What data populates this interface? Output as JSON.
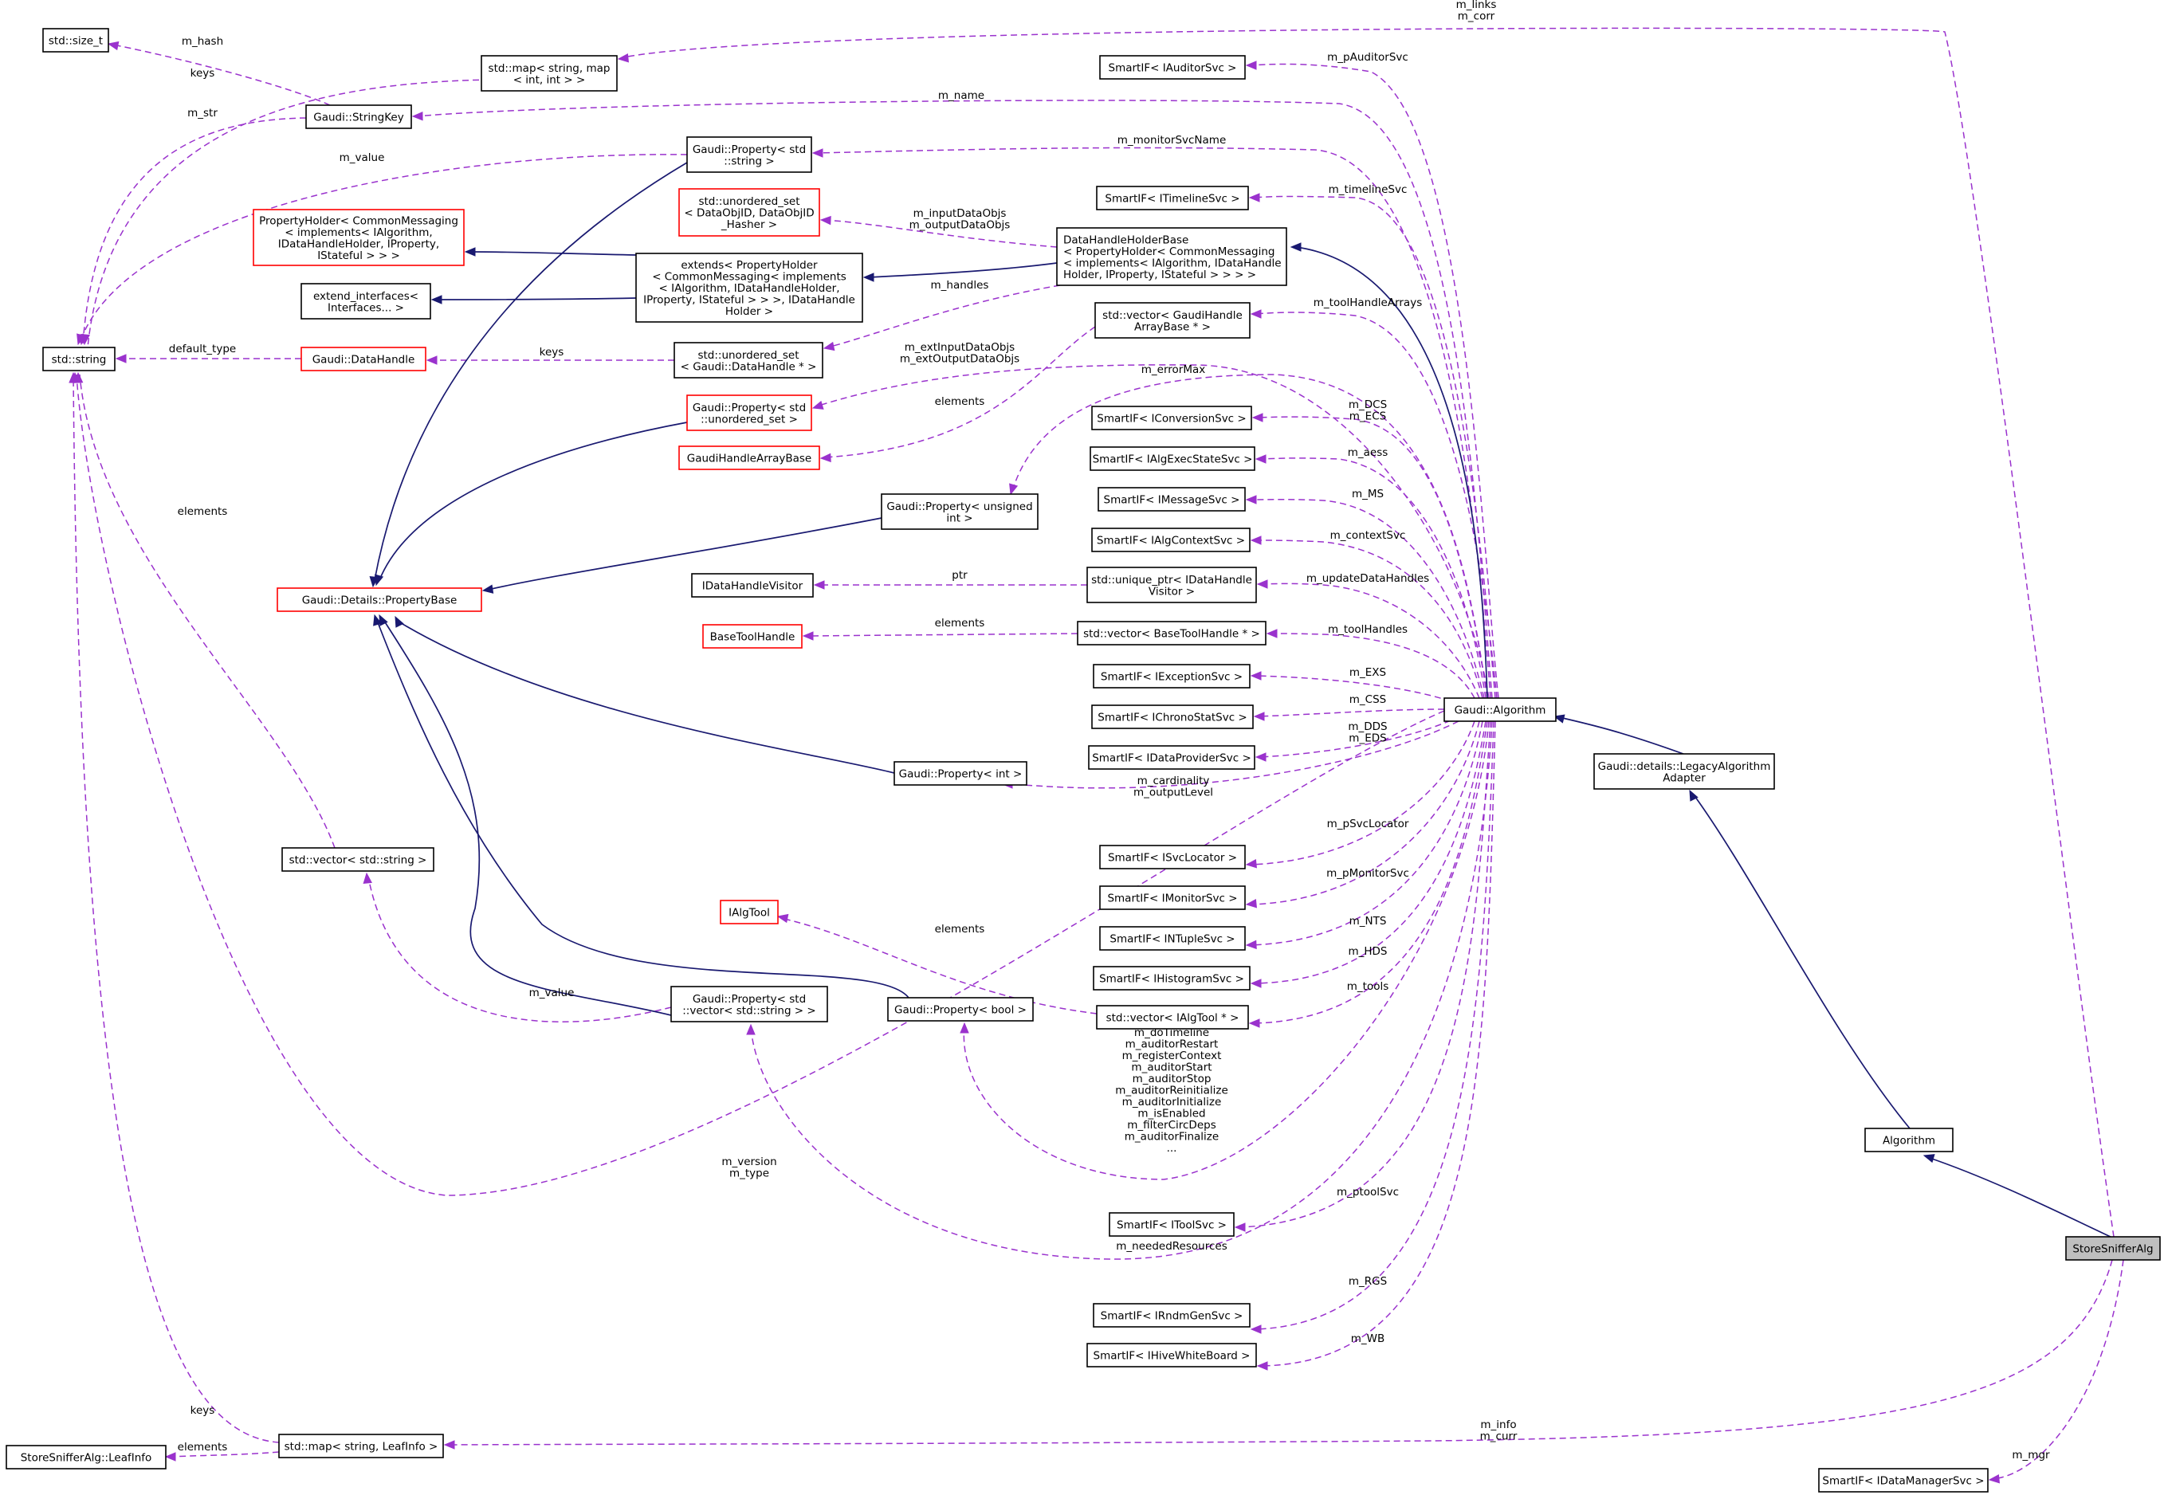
{
  "diagram": {
    "kind": "collaboration-graph",
    "focus_node": "StoreSnifferAlg",
    "colors": {
      "inheritance_edge": "#191970",
      "usage_edge": "#9a32cd",
      "default_border": "#000000",
      "undocumented_border": "#ff0000",
      "focus_fill": "#bfbfbf"
    },
    "nodes": [
      {
        "id": "size_t",
        "lines": [
          "std::size_t"
        ],
        "border": "black"
      },
      {
        "id": "map_string_map",
        "lines": [
          "std::map< string, map",
          "< int, int > >"
        ],
        "border": "black"
      },
      {
        "id": "StringKey",
        "lines": [
          "Gaudi::StringKey"
        ],
        "border": "black"
      },
      {
        "id": "string",
        "lines": [
          "std::string"
        ],
        "border": "black"
      },
      {
        "id": "PropStdString",
        "lines": [
          "Gaudi::Property< std",
          "::string >"
        ],
        "border": "black"
      },
      {
        "id": "PropertyHolder",
        "lines": [
          "PropertyHolder< CommonMessaging",
          "< implements< IAlgorithm,",
          "IDataHandleHolder, IProperty,",
          "IStateful > > >"
        ],
        "border": "red"
      },
      {
        "id": "extend_interfaces",
        "lines": [
          "extend_interfaces<",
          "Interfaces... >"
        ],
        "border": "black"
      },
      {
        "id": "extends",
        "lines": [
          "extends< PropertyHolder",
          "< CommonMessaging< implements",
          "< IAlgorithm, IDataHandleHolder,",
          "IProperty, IStateful > > >, IDataHandle",
          "Holder >"
        ],
        "border": "black"
      },
      {
        "id": "unordered_set_objid",
        "lines": [
          "std::unordered_set",
          "< DataObjID, DataObjID",
          "_Hasher >"
        ],
        "border": "red"
      },
      {
        "id": "DataHandleHolderBase",
        "lines": [
          "DataHandleHolderBase",
          "< PropertyHolder< CommonMessaging",
          "< implements< IAlgorithm, IDataHandle",
          "Holder, IProperty, IStateful > > > >"
        ],
        "border": "black"
      },
      {
        "id": "DataHandle",
        "lines": [
          "Gaudi::DataHandle"
        ],
        "border": "red"
      },
      {
        "id": "unordered_set_dh",
        "lines": [
          "std::unordered_set",
          "< Gaudi::DataHandle * >"
        ],
        "border": "black"
      },
      {
        "id": "PropUnorderedSet",
        "lines": [
          "Gaudi::Property< std",
          "::unordered_set >"
        ],
        "border": "red"
      },
      {
        "id": "GaudiHandleArrayBase",
        "lines": [
          "GaudiHandleArrayBase"
        ],
        "border": "red"
      },
      {
        "id": "PropUnsigned",
        "lines": [
          "Gaudi::Property< unsigned",
          "int >"
        ],
        "border": "black"
      },
      {
        "id": "PropertyBase",
        "lines": [
          "Gaudi::Details::PropertyBase"
        ],
        "border": "red"
      },
      {
        "id": "IDataHandleVisitor",
        "lines": [
          "IDataHandleVisitor"
        ],
        "border": "black"
      },
      {
        "id": "BaseToolHandle",
        "lines": [
          "BaseToolHandle"
        ],
        "border": "red"
      },
      {
        "id": "PropInt",
        "lines": [
          "Gaudi::Property< int >"
        ],
        "border": "black"
      },
      {
        "id": "vector_string",
        "lines": [
          "std::vector< std::string >"
        ],
        "border": "black"
      },
      {
        "id": "IAlgTool",
        "lines": [
          "IAlgTool"
        ],
        "border": "red"
      },
      {
        "id": "PropVecString",
        "lines": [
          "Gaudi::Property< std",
          "::vector< std::string > >"
        ],
        "border": "black"
      },
      {
        "id": "PropBool",
        "lines": [
          "Gaudi::Property< bool >"
        ],
        "border": "black"
      },
      {
        "id": "map_string_leafinfo",
        "lines": [
          "std::map< string, LeafInfo >"
        ],
        "border": "black"
      },
      {
        "id": "LeafInfo",
        "lines": [
          "StoreSnifferAlg::LeafInfo"
        ],
        "border": "black"
      },
      {
        "id": "SmartIF_IAuditorSvc",
        "lines": [
          "SmartIF< IAuditorSvc >"
        ],
        "border": "black"
      },
      {
        "id": "SmartIF_ITimelineSvc",
        "lines": [
          "SmartIF< ITimelineSvc >"
        ],
        "border": "black"
      },
      {
        "id": "vector_GaudiHandleArrayBase",
        "lines": [
          "std::vector< GaudiHandle",
          "ArrayBase * >"
        ],
        "border": "black"
      },
      {
        "id": "SmartIF_IConversionSvc",
        "lines": [
          "SmartIF< IConversionSvc >"
        ],
        "border": "black"
      },
      {
        "id": "SmartIF_IAlgExecStateSvc",
        "lines": [
          "SmartIF< IAlgExecStateSvc >"
        ],
        "border": "black"
      },
      {
        "id": "SmartIF_IMessageSvc",
        "lines": [
          "SmartIF< IMessageSvc >"
        ],
        "border": "black"
      },
      {
        "id": "SmartIF_IAlgContextSvc",
        "lines": [
          "SmartIF< IAlgContextSvc >"
        ],
        "border": "black"
      },
      {
        "id": "unique_ptr_visitor",
        "lines": [
          "std::unique_ptr< IDataHandle",
          "Visitor >"
        ],
        "border": "black"
      },
      {
        "id": "vector_BaseToolHandle",
        "lines": [
          "std::vector< BaseToolHandle * >"
        ],
        "border": "black"
      },
      {
        "id": "SmartIF_IExceptionSvc",
        "lines": [
          "SmartIF< IExceptionSvc >"
        ],
        "border": "black"
      },
      {
        "id": "SmartIF_IChronoStatSvc",
        "lines": [
          "SmartIF< IChronoStatSvc >"
        ],
        "border": "black"
      },
      {
        "id": "SmartIF_IDataProviderSvc",
        "lines": [
          "SmartIF< IDataProviderSvc >"
        ],
        "border": "black"
      },
      {
        "id": "SmartIF_ISvcLocator",
        "lines": [
          "SmartIF< ISvcLocator >"
        ],
        "border": "black"
      },
      {
        "id": "SmartIF_IMonitorSvc",
        "lines": [
          "SmartIF< IMonitorSvc >"
        ],
        "border": "black"
      },
      {
        "id": "SmartIF_INTupleSvc",
        "lines": [
          "SmartIF< INTupleSvc >"
        ],
        "border": "black"
      },
      {
        "id": "SmartIF_IHistogramSvc",
        "lines": [
          "SmartIF< IHistogramSvc >"
        ],
        "border": "black"
      },
      {
        "id": "vector_IAlgTool",
        "lines": [
          "std::vector< IAlgTool * >"
        ],
        "border": "black"
      },
      {
        "id": "SmartIF_IToolSvc",
        "lines": [
          "SmartIF< IToolSvc >"
        ],
        "border": "black"
      },
      {
        "id": "SmartIF_IRndmGenSvc",
        "lines": [
          "SmartIF< IRndmGenSvc >"
        ],
        "border": "black"
      },
      {
        "id": "SmartIF_IHiveWhiteBoard",
        "lines": [
          "SmartIF< IHiveWhiteBoard >"
        ],
        "border": "black"
      },
      {
        "id": "GaudiAlgorithm",
        "lines": [
          "Gaudi::Algorithm"
        ],
        "border": "black"
      },
      {
        "id": "LegacyAlgorithmAdapter",
        "lines": [
          "Gaudi::details::LegacyAlgorithm",
          "Adapter"
        ],
        "border": "black"
      },
      {
        "id": "Algorithm",
        "lines": [
          "Algorithm"
        ],
        "border": "black"
      },
      {
        "id": "StoreSnifferAlg",
        "lines": [
          "StoreSnifferAlg"
        ],
        "border": "black",
        "focus": true
      },
      {
        "id": "SmartIF_IDataManagerSvc",
        "lines": [
          "SmartIF< IDataManagerSvc >"
        ],
        "border": "black"
      }
    ],
    "edges": [
      {
        "kind": "usage",
        "from": "StoreSnifferAlg",
        "to": "map_string_map",
        "labels": [
          "m_links",
          "m_corr"
        ]
      },
      {
        "kind": "usage",
        "from": "StringKey",
        "to": "size_t",
        "labels": [
          "m_hash"
        ]
      },
      {
        "kind": "usage",
        "from": "map_string_map",
        "to": "string",
        "labels": [
          "keys"
        ]
      },
      {
        "kind": "usage",
        "from": "StringKey",
        "to": "string",
        "labels": [
          "m_str"
        ]
      },
      {
        "kind": "usage",
        "from": "PropStdString",
        "to": "string",
        "labels": [
          "m_value"
        ]
      },
      {
        "kind": "usage",
        "from": "DataHandle",
        "to": "string",
        "labels": [
          "default_type"
        ]
      },
      {
        "kind": "usage",
        "from": "vector_string",
        "to": "string",
        "labels": [
          "elements"
        ]
      },
      {
        "kind": "usage",
        "from": "GaudiAlgorithm",
        "to": "string",
        "labels": [
          "m_version",
          "m_type"
        ]
      },
      {
        "kind": "usage",
        "from": "map_string_leafinfo",
        "to": "string",
        "labels": [
          "keys"
        ]
      },
      {
        "kind": "usage",
        "from": "map_string_leafinfo",
        "to": "LeafInfo",
        "labels": [
          "elements"
        ]
      },
      {
        "kind": "usage",
        "from": "StoreSnifferAlg",
        "to": "map_string_leafinfo",
        "labels": [
          "m_info",
          "m_curr"
        ]
      },
      {
        "kind": "usage",
        "from": "StoreSnifferAlg",
        "to": "SmartIF_IDataManagerSvc",
        "labels": [
          "m_mgr"
        ]
      },
      {
        "kind": "usage",
        "from": "GaudiAlgorithm",
        "to": "SmartIF_IAuditorSvc",
        "labels": [
          "m_pAuditorSvc"
        ]
      },
      {
        "kind": "usage",
        "from": "GaudiAlgorithm",
        "to": "StringKey",
        "labels": [
          "m_name"
        ]
      },
      {
        "kind": "usage",
        "from": "GaudiAlgorithm",
        "to": "PropStdString",
        "labels": [
          "m_monitorSvcName"
        ]
      },
      {
        "kind": "usage",
        "from": "GaudiAlgorithm",
        "to": "SmartIF_ITimelineSvc",
        "labels": [
          "m_timelineSvc"
        ]
      },
      {
        "kind": "usage",
        "from": "DataHandleHolderBase",
        "to": "unordered_set_objid",
        "labels": [
          "m_inputDataObjs",
          "m_outputDataObjs"
        ]
      },
      {
        "kind": "usage",
        "from": "DataHandleHolderBase",
        "to": "unordered_set_dh",
        "labels": [
          "m_handles"
        ]
      },
      {
        "kind": "usage",
        "from": "unordered_set_dh",
        "to": "DataHandle",
        "labels": [
          "keys"
        ]
      },
      {
        "kind": "usage",
        "from": "GaudiAlgorithm",
        "to": "vector_GaudiHandleArrayBase",
        "labels": [
          "m_toolHandleArrays"
        ]
      },
      {
        "kind": "usage",
        "from": "GaudiAlgorithm",
        "to": "PropUnorderedSet",
        "labels": [
          "m_extInputDataObjs",
          "m_extOutputDataObjs"
        ]
      },
      {
        "kind": "usage",
        "from": "vector_GaudiHandleArrayBase",
        "to": "GaudiHandleArrayBase",
        "labels": [
          "elements"
        ]
      },
      {
        "kind": "usage",
        "from": "GaudiAlgorithm",
        "to": "PropUnsigned",
        "labels": [
          "m_errorMax"
        ]
      },
      {
        "kind": "usage",
        "from": "GaudiAlgorithm",
        "to": "SmartIF_IConversionSvc",
        "labels": [
          "m_DCS",
          "m_ECS"
        ]
      },
      {
        "kind": "usage",
        "from": "GaudiAlgorithm",
        "to": "SmartIF_IAlgExecStateSvc",
        "labels": [
          "m_aess"
        ]
      },
      {
        "kind": "usage",
        "from": "GaudiAlgorithm",
        "to": "SmartIF_IMessageSvc",
        "labels": [
          "m_MS"
        ]
      },
      {
        "kind": "usage",
        "from": "GaudiAlgorithm",
        "to": "SmartIF_IAlgContextSvc",
        "labels": [
          "m_contextSvc"
        ]
      },
      {
        "kind": "usage",
        "from": "GaudiAlgorithm",
        "to": "unique_ptr_visitor",
        "labels": [
          "m_updateDataHandles"
        ]
      },
      {
        "kind": "usage",
        "from": "unique_ptr_visitor",
        "to": "IDataHandleVisitor",
        "labels": [
          "ptr"
        ]
      },
      {
        "kind": "usage",
        "from": "GaudiAlgorithm",
        "to": "vector_BaseToolHandle",
        "labels": [
          "m_toolHandles"
        ]
      },
      {
        "kind": "usage",
        "from": "vector_BaseToolHandle",
        "to": "BaseToolHandle",
        "labels": [
          "elements"
        ]
      },
      {
        "kind": "usage",
        "from": "GaudiAlgorithm",
        "to": "SmartIF_IExceptionSvc",
        "labels": [
          "m_EXS"
        ]
      },
      {
        "kind": "usage",
        "from": "GaudiAlgorithm",
        "to": "SmartIF_IChronoStatSvc",
        "labels": [
          "m_CSS"
        ]
      },
      {
        "kind": "usage",
        "from": "GaudiAlgorithm",
        "to": "SmartIF_IDataProviderSvc",
        "labels": [
          "m_DDS",
          "m_EDS"
        ]
      },
      {
        "kind": "usage",
        "from": "GaudiAlgorithm",
        "to": "PropInt",
        "labels": [
          "m_cardinality",
          "m_outputLevel"
        ]
      },
      {
        "kind": "usage",
        "from": "GaudiAlgorithm",
        "to": "SmartIF_ISvcLocator",
        "labels": [
          "m_pSvcLocator"
        ]
      },
      {
        "kind": "usage",
        "from": "GaudiAlgorithm",
        "to": "SmartIF_IMonitorSvc",
        "labels": [
          "m_pMonitorSvc"
        ]
      },
      {
        "kind": "usage",
        "from": "GaudiAlgorithm",
        "to": "SmartIF_INTupleSvc",
        "labels": [
          "m_NTS"
        ]
      },
      {
        "kind": "usage",
        "from": "GaudiAlgorithm",
        "to": "SmartIF_IHistogramSvc",
        "labels": [
          "m_HDS"
        ]
      },
      {
        "kind": "usage",
        "from": "GaudiAlgorithm",
        "to": "vector_IAlgTool",
        "labels": [
          "m_tools"
        ]
      },
      {
        "kind": "usage",
        "from": "vector_IAlgTool",
        "to": "IAlgTool",
        "labels": [
          "elements"
        ]
      },
      {
        "kind": "usage",
        "from": "PropVecString",
        "to": "vector_string",
        "labels": [
          "m_value"
        ]
      },
      {
        "kind": "usage",
        "from": "GaudiAlgorithm",
        "to": "PropBool",
        "labels": [
          "m_doTimeline",
          "m_auditorRestart",
          "m_registerContext",
          "m_auditorStart",
          "m_auditorStop",
          "m_auditorReinitialize",
          "m_auditorInitialize",
          "m_isEnabled",
          "m_filterCircDeps",
          "m_auditorFinalize",
          "..."
        ]
      },
      {
        "kind": "usage",
        "from": "GaudiAlgorithm",
        "to": "SmartIF_IToolSvc",
        "labels": [
          "m_ptoolSvc"
        ]
      },
      {
        "kind": "usage",
        "from": "GaudiAlgorithm",
        "to": "PropVecString",
        "labels": [
          "m_neededResources"
        ]
      },
      {
        "kind": "usage",
        "from": "GaudiAlgorithm",
        "to": "SmartIF_IRndmGenSvc",
        "labels": [
          "m_RGS"
        ]
      },
      {
        "kind": "usage",
        "from": "GaudiAlgorithm",
        "to": "SmartIF_IHiveWhiteBoard",
        "labels": [
          "m_WB"
        ]
      },
      {
        "kind": "inheritance",
        "from": "PropStdString",
        "to": "PropertyBase",
        "labels": []
      },
      {
        "kind": "inheritance",
        "from": "extends",
        "to": "PropertyHolder",
        "labels": []
      },
      {
        "kind": "inheritance",
        "from": "extends",
        "to": "extend_interfaces",
        "labels": []
      },
      {
        "kind": "inheritance",
        "from": "DataHandleHolderBase",
        "to": "extends",
        "labels": []
      },
      {
        "kind": "inheritance",
        "from": "PropUnorderedSet",
        "to": "PropertyBase",
        "labels": []
      },
      {
        "kind": "inheritance",
        "from": "PropUnsigned",
        "to": "PropertyBase",
        "labels": []
      },
      {
        "kind": "inheritance",
        "from": "PropInt",
        "to": "PropertyBase",
        "labels": []
      },
      {
        "kind": "inheritance",
        "from": "PropVecString",
        "to": "PropertyBase",
        "labels": []
      },
      {
        "kind": "inheritance",
        "from": "PropBool",
        "to": "PropertyBase",
        "labels": []
      },
      {
        "kind": "inheritance",
        "from": "GaudiAlgorithm",
        "to": "DataHandleHolderBase",
        "labels": []
      },
      {
        "kind": "inheritance",
        "from": "LegacyAlgorithmAdapter",
        "to": "GaudiAlgorithm",
        "labels": []
      },
      {
        "kind": "inheritance",
        "from": "Algorithm",
        "to": "LegacyAlgorithmAdapter",
        "labels": []
      },
      {
        "kind": "inheritance",
        "from": "StoreSnifferAlg",
        "to": "Algorithm",
        "labels": []
      }
    ]
  }
}
